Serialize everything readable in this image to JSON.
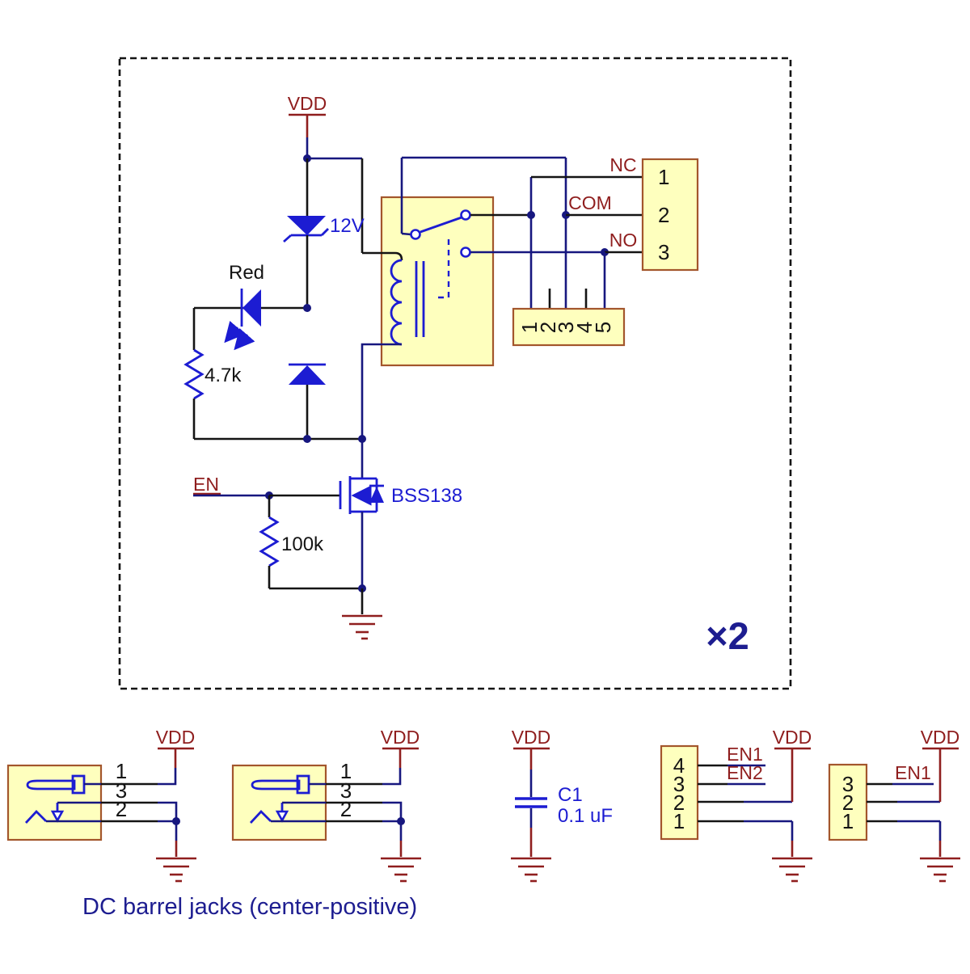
{
  "labels": {
    "vdd": "VDD",
    "en": "EN",
    "zener_value": "12V",
    "led_name": "Red",
    "led_resistor": "4.7k",
    "pulldown_resistor": "100k",
    "mosfet_part": "BSS138",
    "nc": "NC",
    "com": "COM",
    "no": "NO",
    "multiplier": "×2",
    "cap_ref": "C1",
    "cap_value": "0.1 uF",
    "en1": "EN1",
    "en2": "EN2",
    "caption": "DC barrel jacks (center-positive)"
  },
  "connectors": {
    "terminal_block": {
      "pins": [
        "1",
        "2",
        "3"
      ]
    },
    "header5": {
      "pins": [
        "1",
        "2",
        "3",
        "4",
        "5"
      ]
    },
    "barrel_jack": {
      "pins": [
        "1",
        "3",
        "2"
      ]
    },
    "header4": {
      "pins": [
        "4",
        "3",
        "2",
        "1"
      ]
    },
    "header3": {
      "pins": [
        "3",
        "2",
        "1"
      ]
    }
  },
  "colors": {
    "wire_blue": "#17177f",
    "wire_black": "#141414",
    "component_blue": "#1c1cd2",
    "net_red": "#8f1e1e",
    "connector_fill": "#feffbe",
    "connector_border": "#a3562c",
    "note_navy": "#1d1d90",
    "label_black": "#141414",
    "background": "#ffffff"
  }
}
